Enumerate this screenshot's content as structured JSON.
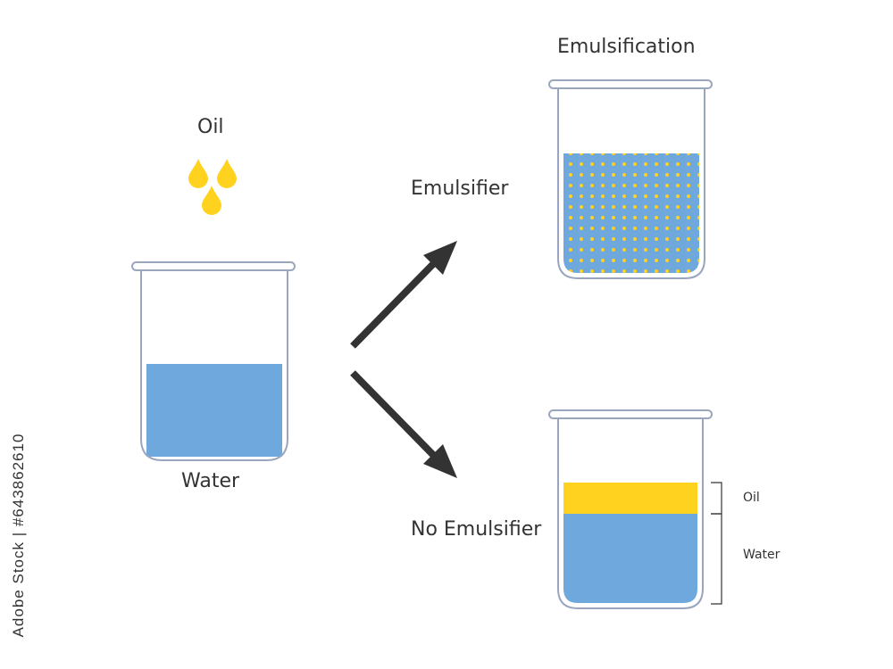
{
  "labels": {
    "oil_source": "Oil",
    "water_source": "Water",
    "emulsifier": "Emulsifier",
    "no_emulsifier": "No Emulsifier",
    "emulsification": "Emulsification",
    "layer_oil": "Oil",
    "layer_water": "Water"
  },
  "watermark": "Adobe Stock | #643862610",
  "colors": {
    "water": "#6fa8dc",
    "oil": "#ffd21f",
    "glass": "#9aa6bd",
    "arrow": "#333333",
    "text": "#333333"
  }
}
